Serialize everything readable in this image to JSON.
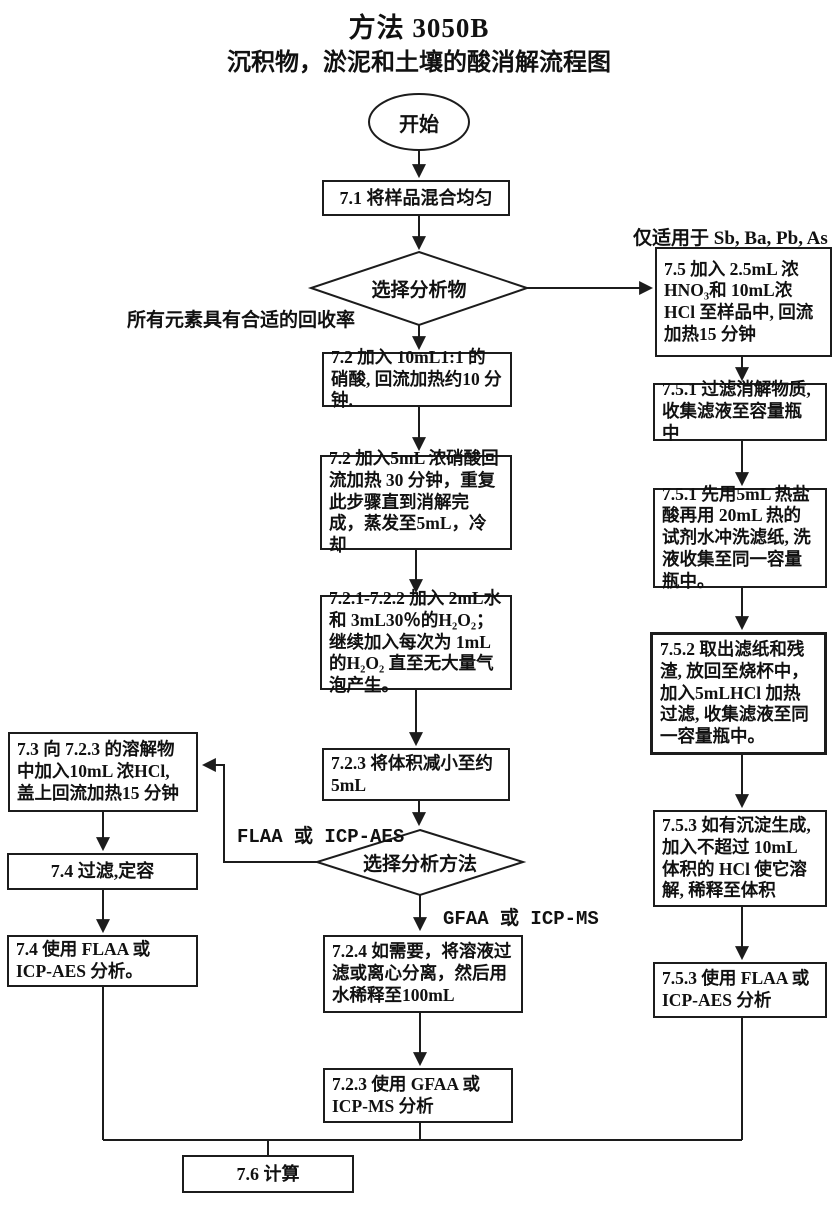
{
  "page": {
    "title": "方法 3050B",
    "subtitle": "沉积物，淤泥和土壤的酸消解流程图"
  },
  "colors": {
    "line": "#1c1c1c",
    "text": "#111111",
    "background": "#ffffff"
  },
  "flowchart": {
    "start_label": "开始",
    "decisions": {
      "select_analyte": "选择分析物",
      "select_method": "选择分析方法"
    },
    "branch_labels": {
      "only_for": "仅适用于 Sb, Ba, Pb, As",
      "all_elements": "所有元素具有合适的回收率",
      "flaa": "FLAA 或 ICP-AES",
      "gfaa": "GFAA 或 ICP-MS"
    },
    "steps": {
      "s71": "7.1 将样品混合均匀",
      "s72a": "7.2 加入 10mL1:1 的硝酸, 回流加热约10 分钟.",
      "s72b": "7.2 加入5mL 浓硝酸回流加热 30 分钟，重复此步骤直到消解完成，蒸发至5mL，冷却",
      "s721": "7.2.1-7.2.2 加入 2mL水和 3mL30％的H₂O₂；继续加入每次为 1mL 的H₂O₂ 直至无大量气泡产生。",
      "s723a": "7.2.3 将体积减小至约 5mL",
      "s724": "7.2.4 如需要，将溶液过滤或离心分离，然后用水稀释至100mL",
      "s723b": "7.2.3 使用 GFAA 或 ICP-MS 分析",
      "s73": "7.3 向 7.2.3 的溶解物中加入10mL 浓HCl, 盖上回流加热15 分钟",
      "s74a": "7.4 过滤,定容",
      "s74b": "7.4 使用 FLAA 或 ICP-AES 分析。",
      "s75": "7.5 加入 2.5mL 浓HNO₃和 10mL浓HCl 至样品中, 回流加热15 分钟",
      "s751a": "7.5.1 过滤消解物质, 收集滤液至容量瓶中",
      "s751b": "7.5.1 先用5mL 热盐酸再用 20mL 热的试剂水冲洗滤纸, 洗液收集至同一容量瓶中。",
      "s752": "7.5.2 取出滤纸和残渣, 放回至烧杯中，加入5mLHCl 加热过滤, 收集滤液至同一容量瓶中。",
      "s753a": "7.5.3 如有沉淀生成, 加入不超过 10mL 体积的 HCl 使它溶解, 稀释至体积",
      "s753b": "7.5.3 使用 FLAA 或 ICP-AES 分析",
      "s76": "7.6 计算"
    }
  }
}
